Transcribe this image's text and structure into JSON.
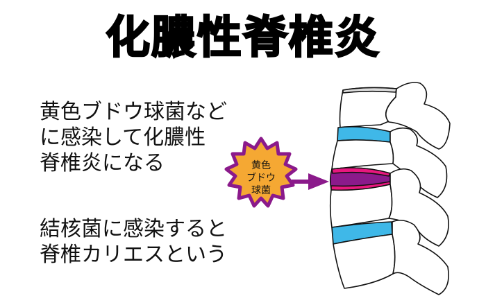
{
  "title": "化膿性脊椎炎",
  "paragraphs": [
    {
      "lines": [
        "黄色ブドウ球菌など",
        "に感染して化膿性",
        "脊椎炎になる"
      ]
    },
    {
      "lines": [
        "結核菌に感染すると",
        "脊椎カリエスという"
      ]
    }
  ],
  "burst": {
    "lines": [
      "黄色",
      "ブドウ",
      "球菌"
    ],
    "fill": "#f5a833",
    "stroke": "#8b1a8b"
  },
  "colors": {
    "healthy_disc": "#3fb8e8",
    "infected_disc_core": "#8b1a8b",
    "infected_disc_edge": "#e8177f",
    "arrow": "#8b1a8b"
  }
}
